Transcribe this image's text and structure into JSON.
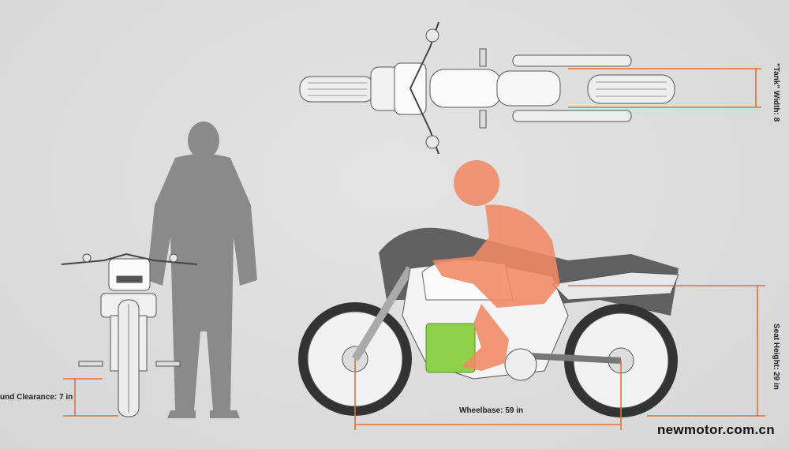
{
  "labels": {
    "ground_clearance": "und Clearance: 7 in",
    "wheelbase": "Wheelbase: 59 in",
    "seat_height": "Seat Height: 29 in",
    "tank_width": "\"Tank\" Width: 8"
  },
  "watermark": "newmotor.com.cn",
  "colors": {
    "dimension_line": "#e0703a",
    "battery": "#8fd24a",
    "rider": "#f08a66",
    "silhouette": "#8a8a8a",
    "background": "#dcdcdc"
  }
}
